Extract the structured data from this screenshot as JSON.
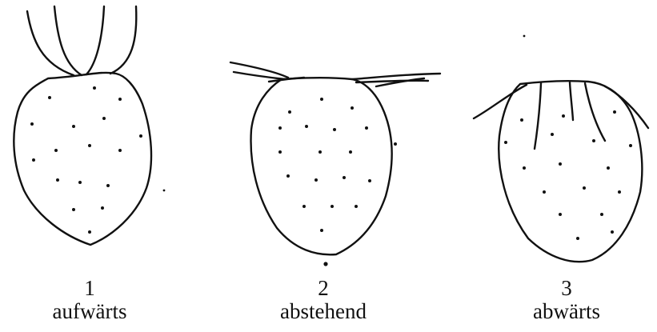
{
  "figures": [
    {
      "number": "1",
      "label": "aufwärts"
    },
    {
      "number": "2",
      "label": "abstehend"
    },
    {
      "number": "3",
      "label": "abwärts"
    }
  ],
  "colors": {
    "ink": "#111111",
    "background": "#ffffff"
  }
}
